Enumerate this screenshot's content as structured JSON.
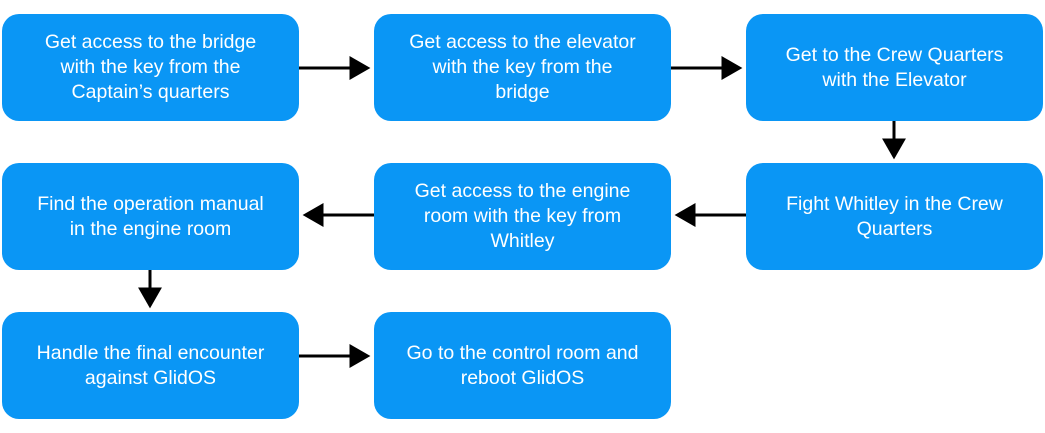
{
  "flowchart": {
    "steps": [
      {
        "id": "s1",
        "label": "Get access to the bridge\nwith the key from the\nCaptain’s quarters"
      },
      {
        "id": "s2",
        "label": "Get access to the elevator\nwith the key from the\nbridge"
      },
      {
        "id": "s3",
        "label": "Get to the Crew Quarters\nwith the Elevator"
      },
      {
        "id": "s4",
        "label": "Fight Whitley in the Crew\nQuarters"
      },
      {
        "id": "s5",
        "label": "Get access to the engine\nroom with the key from\nWhitley"
      },
      {
        "id": "s6",
        "label": "Find the operation manual\nin the engine room"
      },
      {
        "id": "s7",
        "label": "Handle the final encounter\nagainst GlidOS"
      },
      {
        "id": "s8",
        "label": "Go to the control room and\nreboot GlidOS"
      }
    ],
    "edges": [
      {
        "from": "s1",
        "to": "s2"
      },
      {
        "from": "s2",
        "to": "s3"
      },
      {
        "from": "s3",
        "to": "s4"
      },
      {
        "from": "s4",
        "to": "s5"
      },
      {
        "from": "s5",
        "to": "s6"
      },
      {
        "from": "s6",
        "to": "s7"
      },
      {
        "from": "s7",
        "to": "s8"
      }
    ],
    "node_color": "#0a96f5",
    "arrow_color": "#000000",
    "text_color": "#ffffff"
  }
}
